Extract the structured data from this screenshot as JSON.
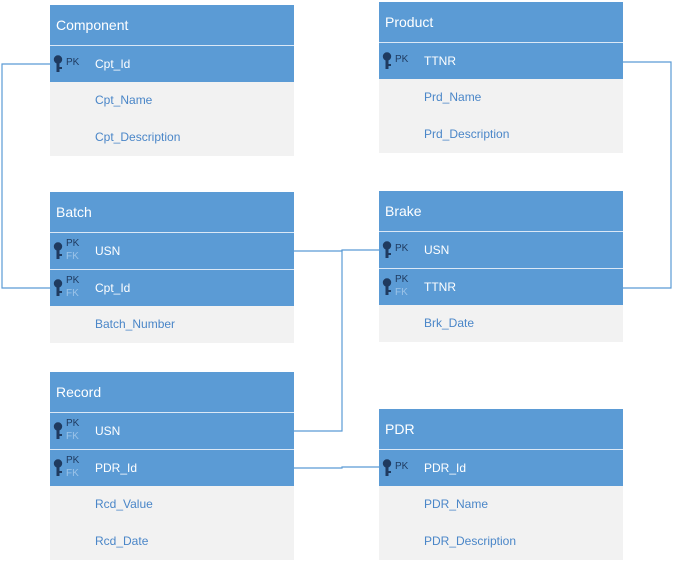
{
  "entities": {
    "component": {
      "title": "Component",
      "rows": [
        {
          "key": "PK",
          "key2": "",
          "name": "Cpt_Id"
        },
        {
          "name": "Cpt_Name"
        },
        {
          "name": "Cpt_Description"
        }
      ]
    },
    "product": {
      "title": "Product",
      "rows": [
        {
          "key": "PK",
          "key2": "",
          "name": "TTNR"
        },
        {
          "name": "Prd_Name"
        },
        {
          "name": "Prd_Description"
        }
      ]
    },
    "batch": {
      "title": "Batch",
      "rows": [
        {
          "key": "PK",
          "key2": "FK",
          "name": "USN"
        },
        {
          "key": "PK",
          "key2": "FK",
          "name": "Cpt_Id"
        },
        {
          "name": "Batch_Number"
        }
      ]
    },
    "brake": {
      "title": "Brake",
      "rows": [
        {
          "key": "PK",
          "key2": "",
          "name": "USN"
        },
        {
          "key": "PK",
          "key2": "FK",
          "name": "TTNR"
        },
        {
          "name": "Brk_Date"
        }
      ]
    },
    "record": {
      "title": "Record",
      "rows": [
        {
          "key": "PK",
          "key2": "FK",
          "name": "USN"
        },
        {
          "key": "PK",
          "key2": "FK",
          "name": "PDR_Id"
        },
        {
          "name": "Rcd_Value"
        },
        {
          "name": "Rcd_Date"
        }
      ]
    },
    "pdr": {
      "title": "PDR",
      "rows": [
        {
          "key": "PK",
          "key2": "",
          "name": "PDR_Id"
        },
        {
          "name": "PDR_Name"
        },
        {
          "name": "PDR_Description"
        }
      ]
    }
  },
  "colors": {
    "header": "#5b9bd5",
    "key_row": "#5b9bd5",
    "attr_row": "#f2f2f2",
    "attr_text": "#4a86c8",
    "connector": "#5b9bd5"
  },
  "icons": {
    "key": "key-icon"
  }
}
